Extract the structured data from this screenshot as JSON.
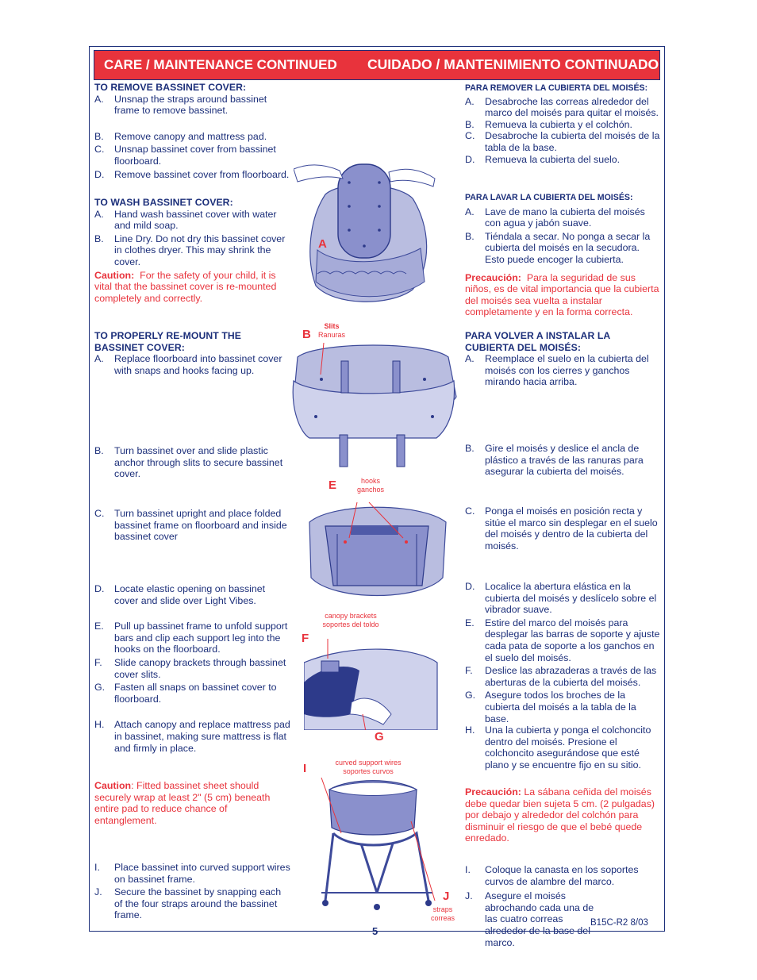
{
  "header": {
    "title_en": "CARE / MAINTENANCE CONTINUED",
    "title_es": "CUIDADO / MANTENIMIENTO CONTINUADO"
  },
  "en": {
    "remove": {
      "heading": "TO REMOVE BASSINET COVER:",
      "a": "Unsnap the straps around bassinet frame to remove bassinet.",
      "b": "Remove canopy and mattress pad.",
      "c": "Unsnap bassinet cover from bassinet floorboard.",
      "d": "Remove bassinet cover from floorboard."
    },
    "wash": {
      "heading": "TO WASH BASSINET COVER:",
      "a": "Hand wash bassinet cover with water and mild soap.",
      "b": "Line Dry. Do not dry this bassinet cover in clothes dryer. This may shrink the cover.",
      "caution_label": "Caution:",
      "caution_text": "For the safety of your child, it is vital that the bassinet cover is re-mounted completely and correctly."
    },
    "remount": {
      "heading": "TO PROPERLY RE-MOUNT THE BASSINET COVER:",
      "a": "Replace floorboard into bassinet cover with snaps and hooks facing up.",
      "b": "Turn bassinet over and slide plastic anchor through slits to secure bassinet cover.",
      "c": "Turn bassinet upright and place folded bassinet frame on floorboard and inside bassinet cover",
      "d": "Locate elastic opening on bassinet cover and slide over Light Vibes.",
      "e": "Pull up bassinet frame to unfold support bars and clip each support leg into the hooks on the floorboard.",
      "f": "Slide canopy brackets through bassinet cover slits.",
      "g": "Fasten all snaps on bassinet cover to floorboard.",
      "h": "Attach canopy and replace mattress pad in bassinet, making sure mattress is flat and firmly in place.",
      "caution_label": "Caution",
      "caution_text": ":  Fitted bassinet sheet should securely wrap at least 2\" (5 cm) beneath entire pad to reduce chance of entanglement.",
      "i": "Place bassinet into curved support wires on bassinet frame.",
      "j": "Secure the bassinet by snapping each of the four straps around the bassinet frame."
    }
  },
  "es": {
    "remove": {
      "heading": "PARA REMOVER LA CUBIERTA DEL MOISÉS:",
      "a": "Desabroche las correas alrededor del marco del moisés para quitar el moisés.",
      "b": "Remueva la cubierta y el colchón.",
      "c": "Desabroche la cubierta del moisés de la tabla de la base.",
      "d": "Remueva la cubierta del suelo."
    },
    "wash": {
      "heading": "PARA LAVAR LA CUBIERTA DEL MOISÉS:",
      "a": "Lave de mano la cubierta del moisés con agua y jabón suave.",
      "b": "Tiéndala a secar. No ponga a secar la cubierta del moisés en la secudora. Esto puede encoger la cubierta.",
      "caution_label": "Precaución:",
      "caution_text": "Para la seguridad de sus niños, es de vital importancia que la cubierta del moisés sea vuelta a instalar completamente y en la forma correcta."
    },
    "remount": {
      "heading": "PARA VOLVER A INSTALAR LA CUBIERTA DEL MOISÉS:",
      "a": "Reemplace el suelo en la cubierta del moisés con los cierres y ganchos mirando hacia arriba.",
      "b": "Gire el moisés y deslice el ancla de plástico a través de las ranuras para asegurar la cubierta del moisés.",
      "c": "Ponga el moisés en posición recta y sitúe el marco sin desplegar en el suelo del moisés y dentro de la cubierta del moisés.",
      "d": "Localice la abertura elástica en la cubierta del moisés y deslícelo sobre el vibrador suave.",
      "e": "Estire del marco del moisés para desplegar las barras de soporte y ajuste cada pata de soporte a los ganchos en el suelo del moisés.",
      "f": "Deslice las abrazaderas a través de las aberturas de la cubierta del moisés.",
      "g": "Asegure todos los broches de la cubierta del moisés a la tabla de la base.",
      "h": "Una la cubierta y ponga el colchoncito dentro del moisés.  Presione el colchoncito asegurándose que esté plano y se encuentre fijo en su sitio.",
      "caution_label": "Precaución:",
      "caution_text": "La sábana ceñida del moisés debe quedar bien sujeta 5 cm. (2 pulgadas) por debajo y alrededor del colchón para disminuir el riesgo de que el bebé quede enredado.",
      "i": "Coloque la canasta en los soportes curvos de alambre del marco.",
      "j": "Asegure el moisés abrochando cada una de las cuatro correas alrededor de la base del marco."
    }
  },
  "letters": {
    "a": "A.",
    "b": "B.",
    "c": "C.",
    "d": "D.",
    "e": "E.",
    "f": "F.",
    "g": "G.",
    "h": "H.",
    "i": "I.",
    "j": "J."
  },
  "figures": {
    "A": "A",
    "B": "B",
    "E": "E",
    "F": "F",
    "G": "G",
    "I": "I",
    "J": "J",
    "slits_en": "Slits",
    "slits_es": "Ranuras",
    "hooks_en": "hooks",
    "hooks_es": "ganchos",
    "canopy_en": "canopy brackets",
    "canopy_es": "soportes del toldo",
    "wires_en": "curved support wires",
    "wires_es": "soportes curvos",
    "straps_en": "straps",
    "straps_es": "correas"
  },
  "footer": {
    "page_number": "5",
    "doc_code": "B15C-R2    8/03"
  }
}
